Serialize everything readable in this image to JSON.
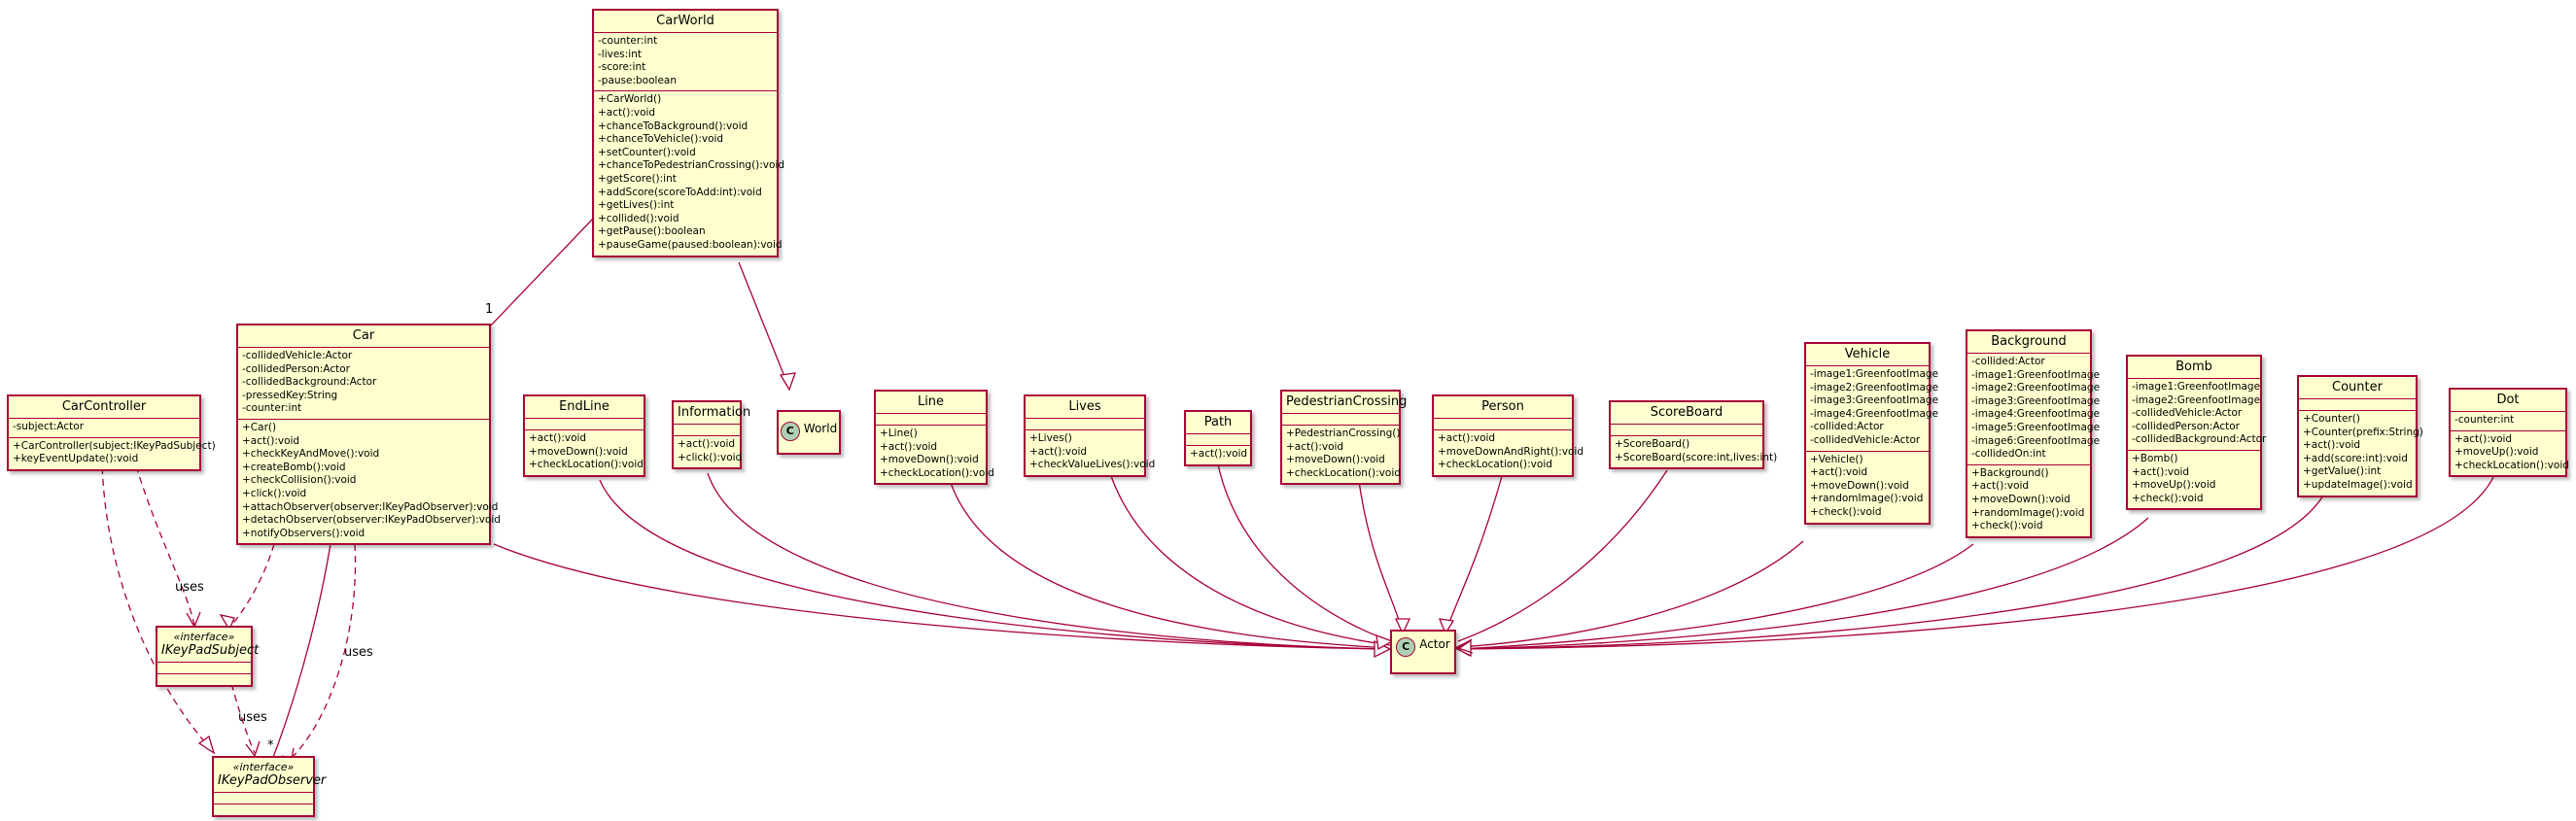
{
  "classes": {
    "carworld": {
      "name": "CarWorld",
      "fields": [
        "-counter:int",
        "-lives:int",
        "-score:int",
        "-pause:boolean"
      ],
      "methods": [
        "+CarWorld()",
        "+act():void",
        "+chanceToBackground():void",
        "+chanceToVehicle():void",
        "+setCounter():void",
        "+chanceToPedestrianCrossing():void",
        "+getScore():int",
        "+addScore(scoreToAdd:int):void",
        "+getLives():int",
        "+collided():void",
        "+getPause():boolean",
        "+pauseGame(paused:boolean):void"
      ]
    },
    "car": {
      "name": "Car",
      "fields": [
        "-collidedVehicle:Actor",
        "-collidedPerson:Actor",
        "-collidedBackground:Actor",
        "-pressedKey:String",
        "-counter:int"
      ],
      "methods": [
        "+Car()",
        "+act():void",
        "+checkKeyAndMove():void",
        "+createBomb():void",
        "+checkCollision():void",
        "+click():void",
        "+attachObserver(observer:IKeyPadObserver):void",
        "+detachObserver(observer:IKeyPadObserver):void",
        "+notifyObservers():void"
      ]
    },
    "carcontroller": {
      "name": "CarController",
      "fields": [
        "-subject:Actor"
      ],
      "methods": [
        "+CarController(subject:IKeyPadSubject)",
        "+keyEventUpdate():void"
      ]
    },
    "endline": {
      "name": "EndLine",
      "fields": [],
      "methods": [
        "+act():void",
        "+moveDown():void",
        "+checkLocation():void"
      ]
    },
    "information": {
      "name": "Information",
      "fields": [],
      "methods": [
        "+act():void",
        "+click():void"
      ]
    },
    "line": {
      "name": "Line",
      "fields": [],
      "methods": [
        "+Line()",
        "+act():void",
        "+moveDown():void",
        "+checkLocation():void"
      ]
    },
    "lives": {
      "name": "Lives",
      "fields": [],
      "methods": [
        "+Lives()",
        "+act():void",
        "+checkValueLives():void"
      ]
    },
    "path": {
      "name": "Path",
      "fields": [],
      "methods": [
        "+act():void"
      ]
    },
    "pedestriancrossing": {
      "name": "PedestrianCrossing",
      "fields": [],
      "methods": [
        "+PedestrianCrossing()",
        "+act():void",
        "+moveDown():void",
        "+checkLocation():void"
      ]
    },
    "person": {
      "name": "Person",
      "fields": [],
      "methods": [
        "+act():void",
        "+moveDownAndRight():void",
        "+checkLocation():void"
      ]
    },
    "scoreboard": {
      "name": "ScoreBoard",
      "fields": [],
      "methods": [
        "+ScoreBoard()",
        "+ScoreBoard(score:int,lives:int)"
      ]
    },
    "vehicle": {
      "name": "Vehicle",
      "fields": [
        "-image1:GreenfootImage",
        "-image2:GreenfootImage",
        "-image3:GreenfootImage",
        "-image4:GreenfootImage",
        "-collided:Actor",
        "-collidedVehicle:Actor"
      ],
      "methods": [
        "+Vehicle()",
        "+act():void",
        "+moveDown():void",
        "+randomImage():void",
        "+check():void"
      ]
    },
    "background": {
      "name": "Background",
      "fields": [
        "-collided:Actor",
        "-image1:GreenfootImage",
        "-image2:GreenfootImage",
        "-image3:GreenfootImage",
        "-image4:GreenfootImage",
        "-image5:GreenfootImage",
        "-image6:GreenfootImage",
        "-collidedOn:int"
      ],
      "methods": [
        "+Background()",
        "+act():void",
        "+moveDown():void",
        "+randomImage():void",
        "+check():void"
      ]
    },
    "bomb": {
      "name": "Bomb",
      "fields": [
        "-image1:GreenfootImage",
        "-image2:GreenfootImage",
        "-collidedVehicle:Actor",
        "-collidedPerson:Actor",
        "-collidedBackground:Actor"
      ],
      "methods": [
        "+Bomb()",
        "+act():void",
        "+moveUp():void",
        "+check():void"
      ]
    },
    "counter": {
      "name": "Counter",
      "fields": [],
      "methods": [
        "+Counter()",
        "+Counter(prefix:String)",
        "+act():void",
        "+add(score:int):void",
        "+getValue():int",
        "+updateImage():void"
      ]
    },
    "dot": {
      "name": "Dot",
      "fields": [
        "-counter:int"
      ],
      "methods": [
        "+act():void",
        "+moveUp():void",
        "+checkLocation():void"
      ]
    }
  },
  "interfaces": {
    "subject": {
      "stereotype": "«interface»",
      "name": "IKeyPadSubject"
    },
    "observer": {
      "stereotype": "«interface»",
      "name": "IKeyPadObserver"
    }
  },
  "externals": {
    "world": {
      "badge": "C",
      "name": "World"
    },
    "actor": {
      "badge": "C",
      "name": "Actor"
    }
  },
  "labels": {
    "multiplicity_one": "1",
    "multiplicity_many": "*",
    "uses": "uses"
  },
  "colors": {
    "border": "#a80036",
    "fill": "#fefece",
    "badge": "#add1b2"
  }
}
